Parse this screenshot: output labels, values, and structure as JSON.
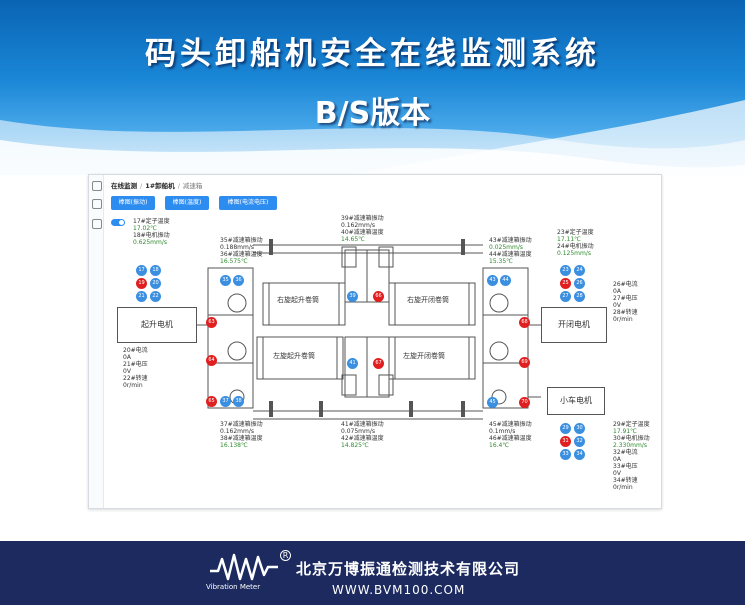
{
  "header": {
    "title": "码头卸船机安全在线监测系统",
    "subtitle": "B/S版本"
  },
  "breadcrumb": {
    "items": [
      "在线监测",
      "1#卸船机",
      "减速箱"
    ]
  },
  "tabs": [
    "棒图(振动)",
    "棒图(温度)",
    "棒图(电流电压)"
  ],
  "labels": {
    "l1": {
      "name": "17#定子温度",
      "value": "17.02℃"
    },
    "l2": {
      "name": "18#电机振动",
      "value": "0.625mm/s"
    },
    "l3": {
      "name": "35#减速箱振动",
      "value": "0.188mm/s"
    },
    "l4": {
      "name": "36#减速箱温度",
      "value": "16.575℃"
    },
    "l5": {
      "name": "39#减速箱振动",
      "value": "0.162mm/s"
    },
    "l6": {
      "name": "40#减速箱温度",
      "value": "14.65℃"
    },
    "l7": {
      "name": "43#减速箱振动",
      "value": "0.025mm/s"
    },
    "l8": {
      "name": "44#减速箱温度",
      "value": "15.35℃"
    },
    "l9": {
      "name": "23#定子温度",
      "value": "17.11℃"
    },
    "l10": {
      "name": "24#电机振动",
      "value": "0.125mm/s"
    },
    "l11": {
      "name": "20#电流",
      "value": "0A"
    },
    "l12": {
      "name": "21#电压",
      "value": "0V"
    },
    "l13": {
      "name": "22#转速",
      "value": "0r/min"
    },
    "l14": {
      "name": "26#电流",
      "value": "0A"
    },
    "l15": {
      "name": "27#电压",
      "value": "0V"
    },
    "l16": {
      "name": "28#转速",
      "value": "0r/min"
    },
    "l17": {
      "name": "37#减速箱振动",
      "value": "0.162mm/s"
    },
    "l18": {
      "name": "38#减速箱温度",
      "value": "16.138℃"
    },
    "l19": {
      "name": "41#减速箱振动",
      "value": "0.075mm/s"
    },
    "l20": {
      "name": "42#减速箱温度",
      "value": "14.825℃"
    },
    "l21": {
      "name": "45#减速箱振动",
      "value": "0.1mm/s"
    },
    "l22": {
      "name": "46#减速箱温度",
      "value": "16.4℃"
    },
    "l23": {
      "name": "29#定子温度",
      "value": "17.91℃"
    },
    "l24": {
      "name": "30#电机振动",
      "value": "2.330mm/s"
    },
    "l25": {
      "name": "32#电流",
      "value": "0A"
    },
    "l26": {
      "name": "33#电压",
      "value": "0V"
    },
    "l27": {
      "name": "34#转速",
      "value": "0r/min"
    }
  },
  "motors": {
    "hoist": "起升电机",
    "open_close": "开闭电机",
    "trolley": "小车电机"
  },
  "drums": {
    "d1": "右旋起升卷筒",
    "d2": "右旋开闭卷筒",
    "d3": "左旋起升卷筒",
    "d4": "左旋开闭卷筒"
  },
  "sensors": [
    {
      "id": "17",
      "color": "blue"
    },
    {
      "id": "18",
      "color": "blue"
    },
    {
      "id": "19",
      "color": "red"
    },
    {
      "id": "20",
      "color": "blue"
    },
    {
      "id": "21",
      "color": "blue"
    },
    {
      "id": "22",
      "color": "blue"
    },
    {
      "id": "35",
      "color": "blue"
    },
    {
      "id": "36",
      "color": "blue"
    },
    {
      "id": "63",
      "color": "red"
    },
    {
      "id": "64",
      "color": "red"
    },
    {
      "id": "65",
      "color": "red"
    },
    {
      "id": "37",
      "color": "blue"
    },
    {
      "id": "38",
      "color": "blue"
    },
    {
      "id": "39",
      "color": "blue"
    },
    {
      "id": "66",
      "color": "red"
    },
    {
      "id": "41",
      "color": "blue"
    },
    {
      "id": "67",
      "color": "red"
    },
    {
      "id": "43",
      "color": "blue"
    },
    {
      "id": "44",
      "color": "blue"
    },
    {
      "id": "68",
      "color": "red"
    },
    {
      "id": "69",
      "color": "red"
    },
    {
      "id": "45",
      "color": "blue"
    },
    {
      "id": "70",
      "color": "red"
    },
    {
      "id": "23",
      "color": "blue"
    },
    {
      "id": "24",
      "color": "blue"
    },
    {
      "id": "25",
      "color": "red"
    },
    {
      "id": "26",
      "color": "blue"
    },
    {
      "id": "27",
      "color": "blue"
    },
    {
      "id": "28",
      "color": "blue"
    },
    {
      "id": "29",
      "color": "blue"
    },
    {
      "id": "30",
      "color": "blue"
    },
    {
      "id": "31",
      "color": "red"
    },
    {
      "id": "32",
      "color": "blue"
    },
    {
      "id": "33",
      "color": "blue"
    },
    {
      "id": "34",
      "color": "blue"
    }
  ],
  "footer": {
    "company": "北京万博振通检测技术有限公司",
    "url": "WWW.BVM100.COM",
    "brand": "Vibration Meter",
    "registered": "R"
  },
  "colors": {
    "accent": "#2d8cf0",
    "alarm": "#e02020",
    "value": "#2e8b2e",
    "footer_bg": "#1c2a5f"
  }
}
